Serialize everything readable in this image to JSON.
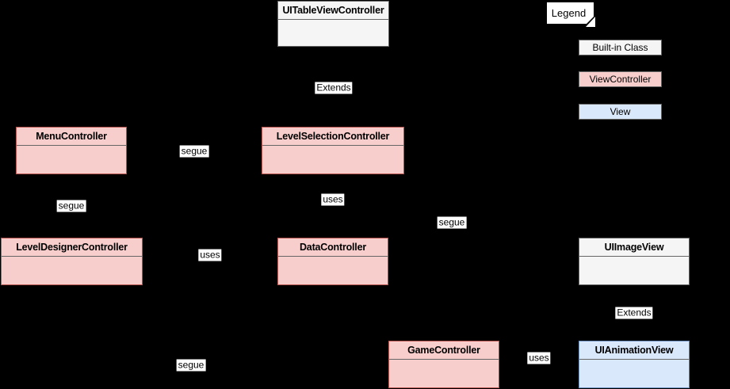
{
  "diagram": {
    "background": "#000000",
    "colors": {
      "builtin_fill": "#f5f5f5",
      "builtin_border": "#666666",
      "controller_fill": "#f8cecc",
      "controller_border": "#b85450",
      "view_fill": "#dae8fc",
      "view_border": "#6c8ebf",
      "divider": "#666666",
      "label_background": "#ffffff",
      "label_text": "#000000"
    },
    "classes": [
      {
        "title": "UITableViewController",
        "kind": "builtin"
      },
      {
        "title": "MenuController",
        "kind": "controller"
      },
      {
        "title": "LevelSelectionController",
        "kind": "controller"
      },
      {
        "title": "LevelDesignerController",
        "kind": "controller"
      },
      {
        "title": "DataController",
        "kind": "controller"
      },
      {
        "title": "UIImageView",
        "kind": "builtin"
      },
      {
        "title": "GameController",
        "kind": "controller"
      },
      {
        "title": "UIAnimationView",
        "kind": "view"
      }
    ],
    "edge_labels": [
      {
        "text": "Extends"
      },
      {
        "text": "segue"
      },
      {
        "text": "uses"
      },
      {
        "text": "segue"
      },
      {
        "text": "segue"
      },
      {
        "text": "uses"
      },
      {
        "text": "Extends"
      },
      {
        "text": "uses"
      },
      {
        "text": "segue"
      }
    ],
    "legend": {
      "title": "Legend",
      "items": [
        {
          "label": "Built-in Class",
          "kind": "builtin"
        },
        {
          "label": "ViewController",
          "kind": "controller"
        },
        {
          "label": "View",
          "kind": "view"
        }
      ]
    }
  }
}
